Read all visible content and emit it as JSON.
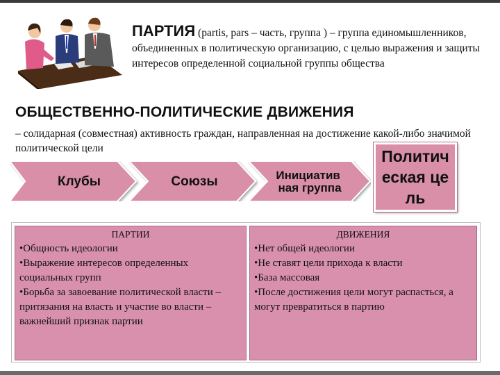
{
  "party": {
    "term": "ПАРТИЯ",
    "definition": " (partis, pars – часть, группа ) – группа единомышленников, объединенных в политическую организацию, с целью выражения и защиты интересов определенной социальной группы общества"
  },
  "movements": {
    "title": "ОБЩЕСТВЕННО-ПОЛИТИЧЕСКИЕ ДВИЖЕНИЯ",
    "definition": "– солидарная (совместная) активность граждан, направленная на достижение какой-либо значимой политической цели"
  },
  "chevrons": [
    "Клубы",
    "Союзы",
    "Инициативная группа"
  ],
  "goal": "Политическая цель",
  "comparison": {
    "left": {
      "heading": "ПАРТИИ",
      "items": [
        "Общность идеологии",
        "Выражение интересов определенных социальных групп",
        "Борьба за завоевание политической власти – притязания на власть и участие во власти – важнейший признак партии"
      ]
    },
    "right": {
      "heading": "ДВИЖЕНИЯ",
      "items": [
        "Нет общей идеологии",
        "Не ставят цели прихода к власти",
        "База массовая",
        "После достижения цели могут распасться, а могут превратиться в партию"
      ]
    }
  },
  "colors": {
    "pink": "#d890ac",
    "chevron_fill": "#d98fa8"
  },
  "icons": [
    "meeting-illustration-icon"
  ]
}
